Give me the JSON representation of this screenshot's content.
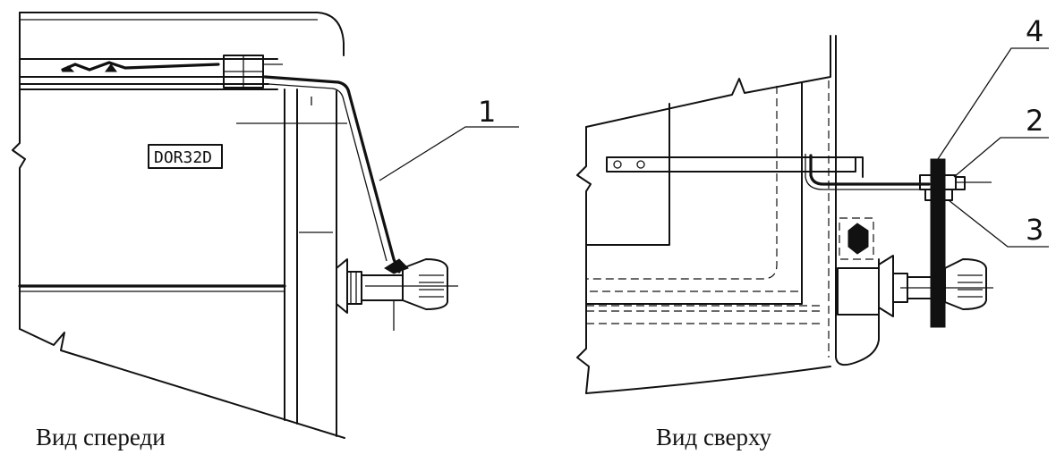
{
  "views": {
    "front": {
      "caption": "Вид спереди",
      "model_label": "DOR32D",
      "callouts": [
        "1"
      ]
    },
    "top": {
      "caption": "Вид сверху",
      "callouts": [
        "4",
        "2",
        "3"
      ]
    }
  }
}
